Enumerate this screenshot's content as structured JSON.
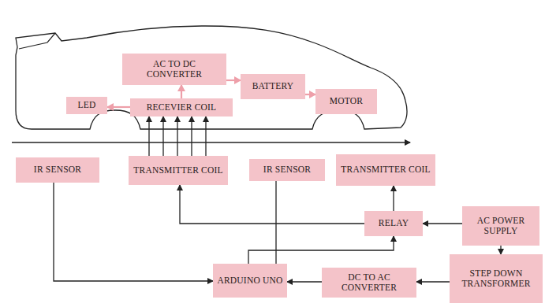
{
  "diagram": {
    "nodes": [
      {
        "text": [
          "AC TO DC CONVERTER"
        ]
      },
      {
        "text": [
          "BATTERY"
        ]
      },
      {
        "text": [
          "LED"
        ]
      },
      {
        "text": [
          "RECEVIER COIL"
        ]
      },
      {
        "text": [
          "MOTOR"
        ]
      },
      {
        "text": [
          "IR SENSOR"
        ]
      },
      {
        "text": [
          "TRANSMITTER COIL"
        ]
      },
      {
        "text": [
          "IR SENSOR"
        ]
      },
      {
        "text": [
          "TRANSMITTER COIL"
        ]
      },
      {
        "text": [
          "RELAY"
        ]
      },
      {
        "text": [
          "AC POWER SUPPLY"
        ]
      },
      {
        "text": [
          "ARDUINO UNO"
        ]
      },
      {
        "text": [
          "DC TO AC CONVERTER"
        ]
      },
      {
        "text": [
          "STEP DOWN TRANSFORMER"
        ]
      }
    ],
    "edges": [
      {
        "from": 0,
        "to": 1,
        "arrow": "to"
      },
      {
        "from": 1,
        "to": 4,
        "arrow": "to"
      },
      {
        "from": 3,
        "to": 0,
        "arrow": "to"
      },
      {
        "from": 3,
        "to": 2,
        "arrow": "to"
      },
      {
        "from": 6,
        "to": 3,
        "arrow": "to"
      },
      {
        "from": 5,
        "to": 11,
        "arrow": "to"
      },
      {
        "from": 7,
        "to": 11,
        "arrow": "none"
      },
      {
        "from": 11,
        "to": 9,
        "arrow": "to"
      },
      {
        "from": 9,
        "to": 6,
        "arrow": "to"
      },
      {
        "from": 9,
        "to": 8,
        "arrow": "to"
      },
      {
        "from": 10,
        "to": 9,
        "arrow": "to"
      },
      {
        "from": 10,
        "to": 13,
        "arrow": "to"
      },
      {
        "from": 13,
        "to": 12,
        "arrow": "to"
      },
      {
        "from": 12,
        "to": 11,
        "arrow": "to"
      }
    ]
  }
}
